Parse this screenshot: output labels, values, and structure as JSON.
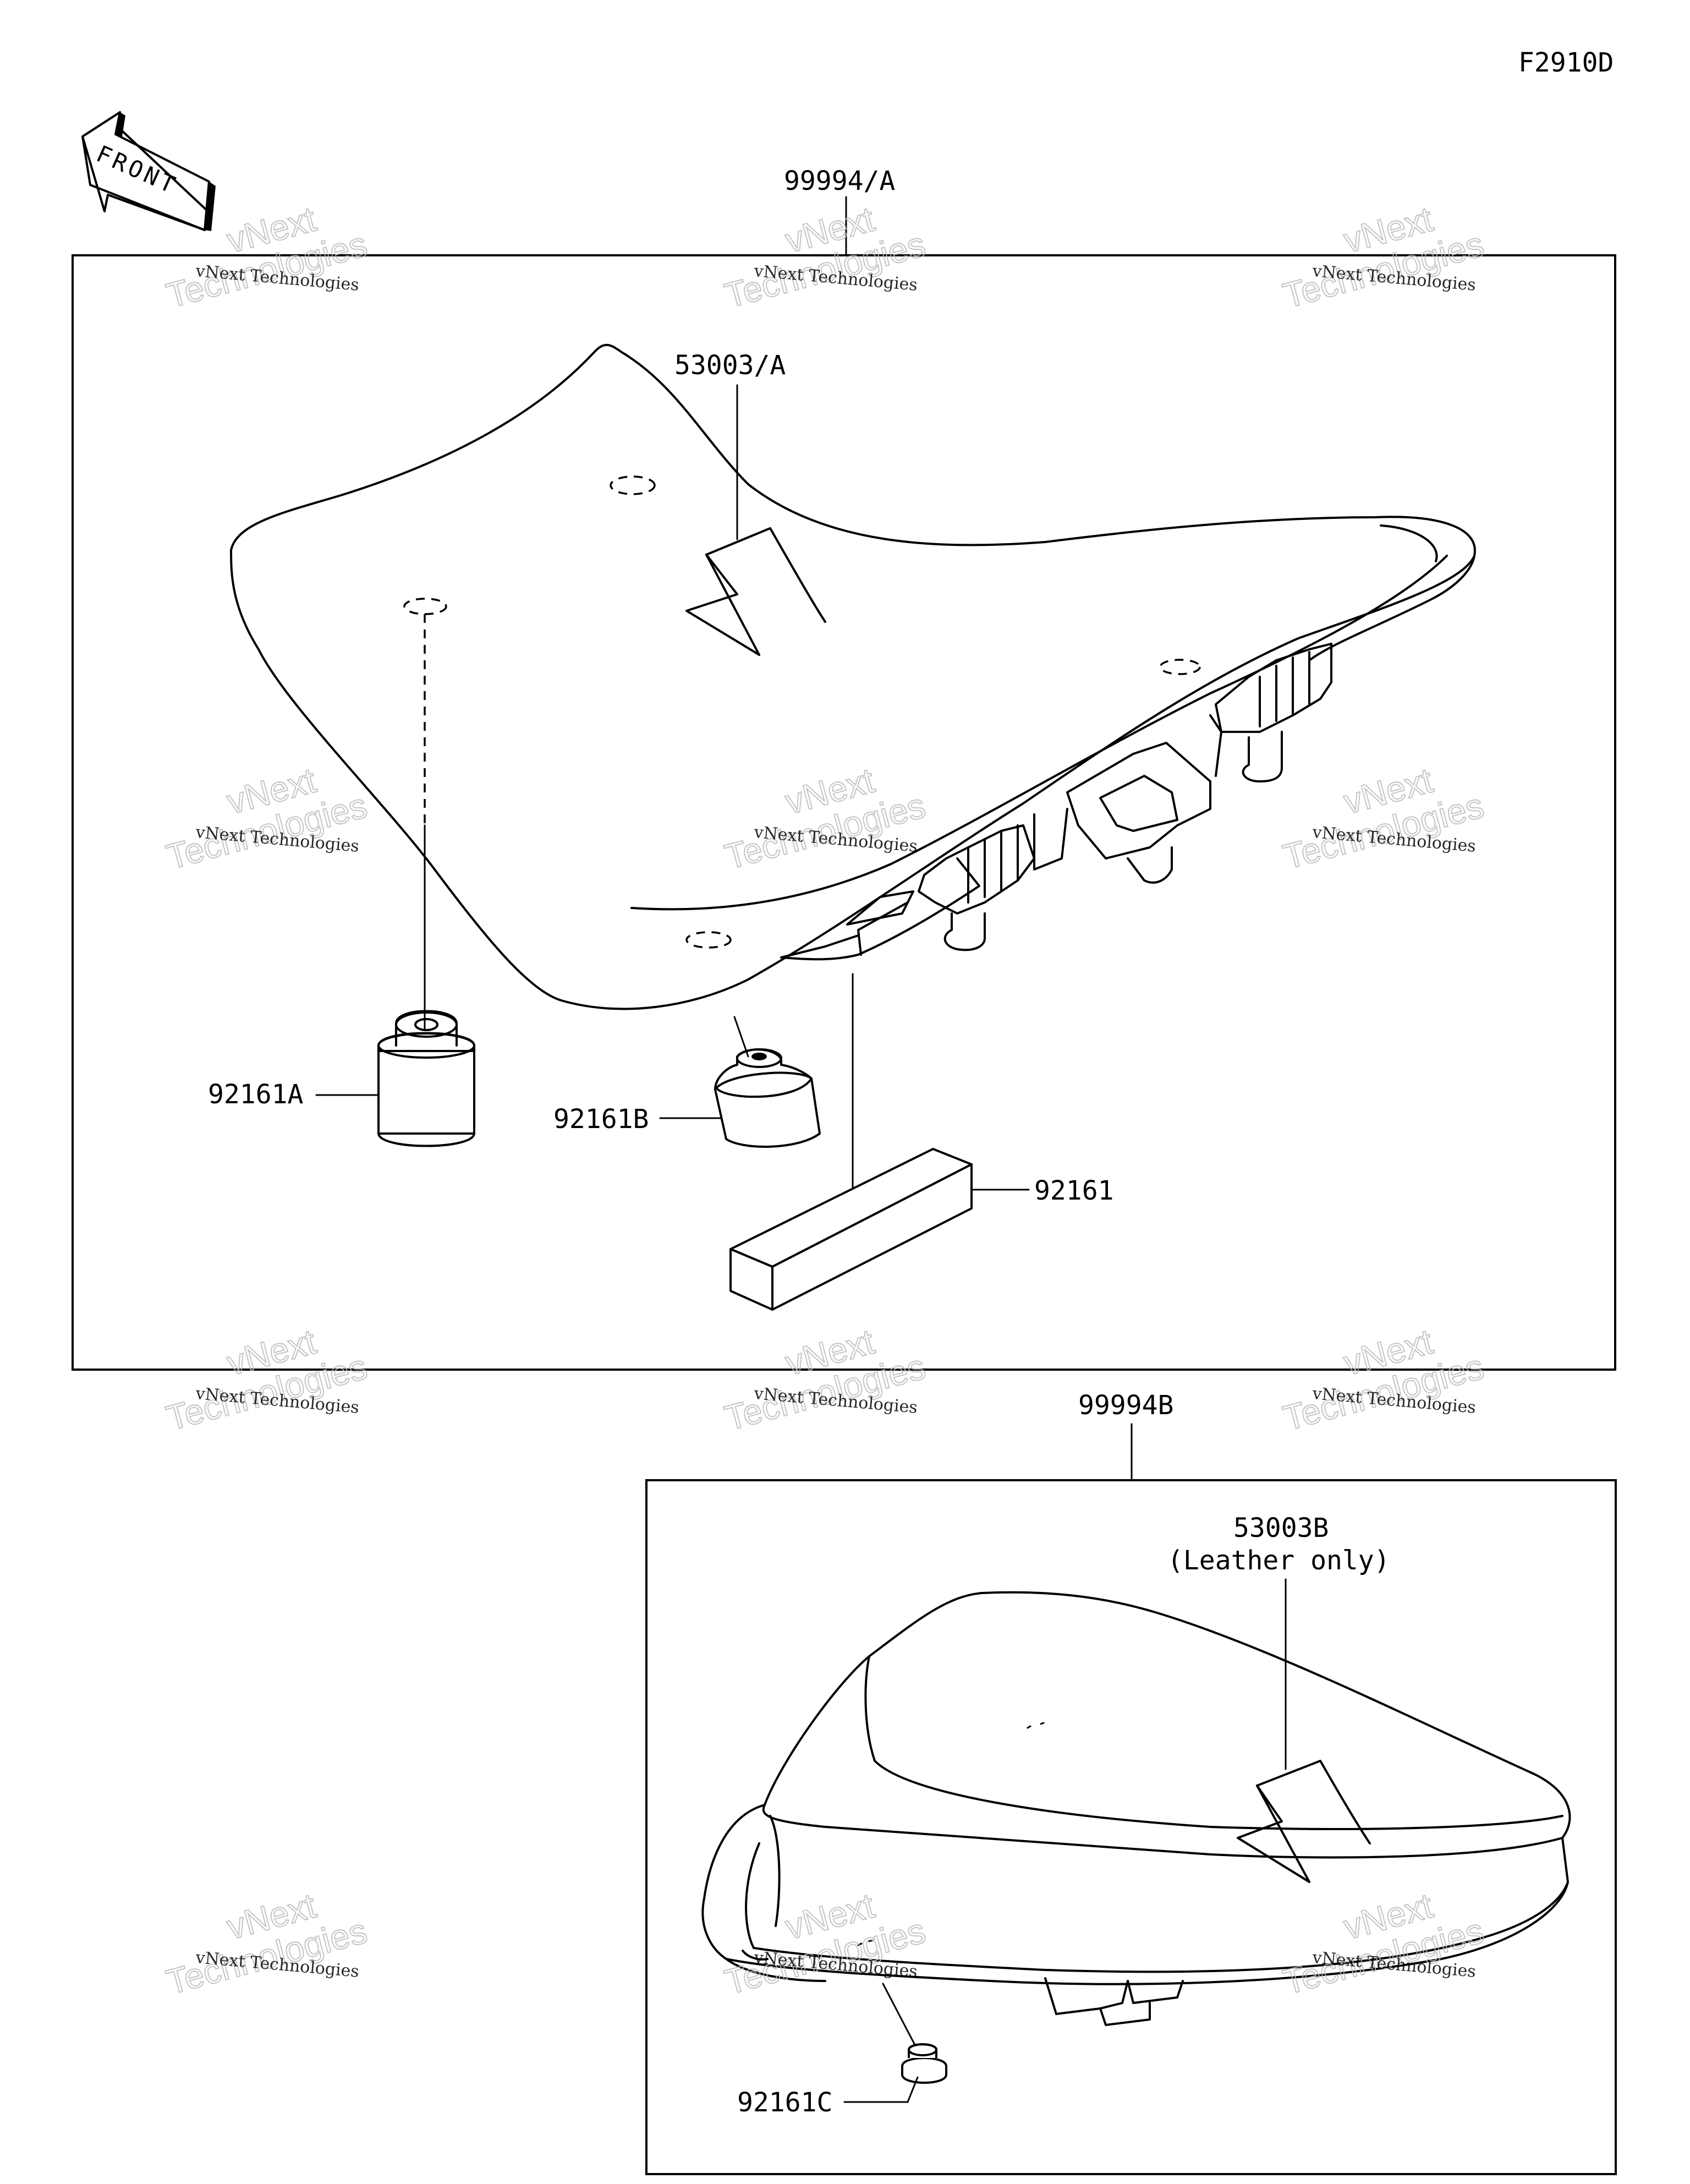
{
  "figure_code": "F2910D",
  "front_label": "FRONT",
  "watermark": {
    "brand": "vNext",
    "company": "vNext Technologies",
    "large": "Technologies"
  },
  "groups": {
    "front_seat_group": "99994/A",
    "rear_seat_group": "99994B"
  },
  "parts": {
    "seat_front": "53003/A",
    "damper_a": "92161A",
    "damper_b": "92161B",
    "damper_block": "92161",
    "seat_rear": "53003B",
    "seat_rear_note": "(Leather only)",
    "damper_c": "92161C"
  }
}
